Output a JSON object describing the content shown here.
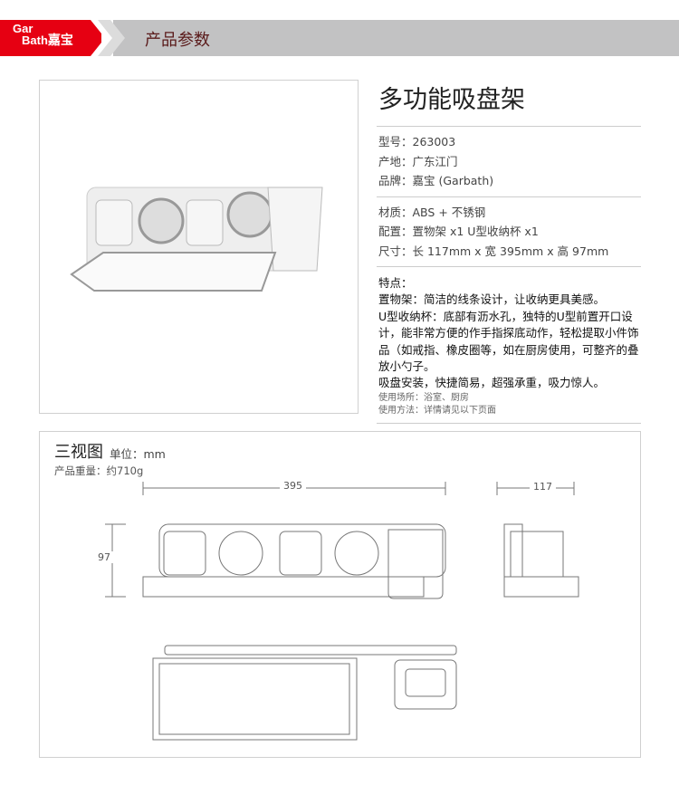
{
  "header": {
    "logo_en_1": "Gar",
    "logo_en_2": "Bath",
    "logo_cn": "嘉宝",
    "title": "产品参数"
  },
  "product": {
    "name": "多功能吸盘架",
    "basic": [
      "型号：263003",
      "产地：广东江门",
      "品牌：嘉宝 (Garbath)"
    ],
    "spec": [
      "材质：ABS + 不锈钢",
      "配置：置物架 x1  U型收纳杯 x1",
      "尺寸：长 117mm x 宽 395mm x 高 97mm"
    ],
    "features_title": "特点：",
    "features": [
      "置物架：简洁的线条设计，让收纳更具美感。",
      "U型收纳杯：底部有沥水孔，独特的U型前置开口设计，能非常方便的作手指探底动作，轻松提取小件饰品（如戒指、橡皮圈等，如在厨房使用，可整齐的叠放小勺子。",
      "吸盘安装，快捷简易，超强承重，吸力惊人。"
    ],
    "usage": [
      "使用场所：浴室、厨房",
      "使用方法：详情请见以下页面"
    ]
  },
  "drawing": {
    "title": "三视图",
    "unit": "单位：mm",
    "weight": "产品重量：约710g",
    "dim_width": "395",
    "dim_depth": "117",
    "dim_height": "97"
  }
}
